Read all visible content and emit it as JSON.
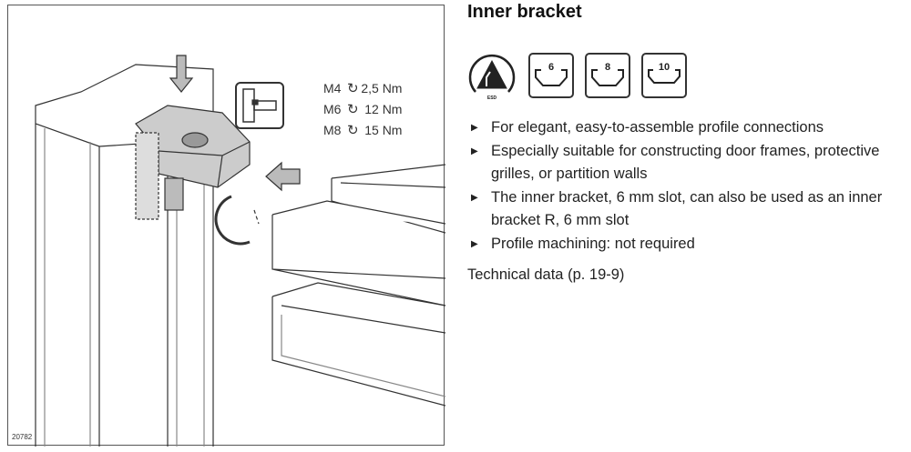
{
  "figure": {
    "id": "20782",
    "torque": [
      {
        "screw": "M4",
        "value": "2,5 Nm"
      },
      {
        "screw": "M6",
        "value": "12 Nm"
      },
      {
        "screw": "M8",
        "value": "15 Nm"
      }
    ],
    "rotation_icon": "clockwise-arrow-icon"
  },
  "title": "Inner bracket",
  "icons": [
    {
      "name": "esd-icon",
      "label": "ESD"
    },
    {
      "name": "slot-6-icon",
      "label": "6"
    },
    {
      "name": "slot-8-icon",
      "label": "8"
    },
    {
      "name": "slot-10-icon",
      "label": "10"
    }
  ],
  "bullets": [
    "For elegant, easy-to-assemble profile connections",
    "Especially suitable for constructing door frames, protective grilles, or partition walls",
    "The inner bracket, 6 mm slot, can also be used as an inner bracket R, 6 mm slot",
    "Profile machining: not required"
  ],
  "technical_data": "Technical data (p. 19-9)"
}
